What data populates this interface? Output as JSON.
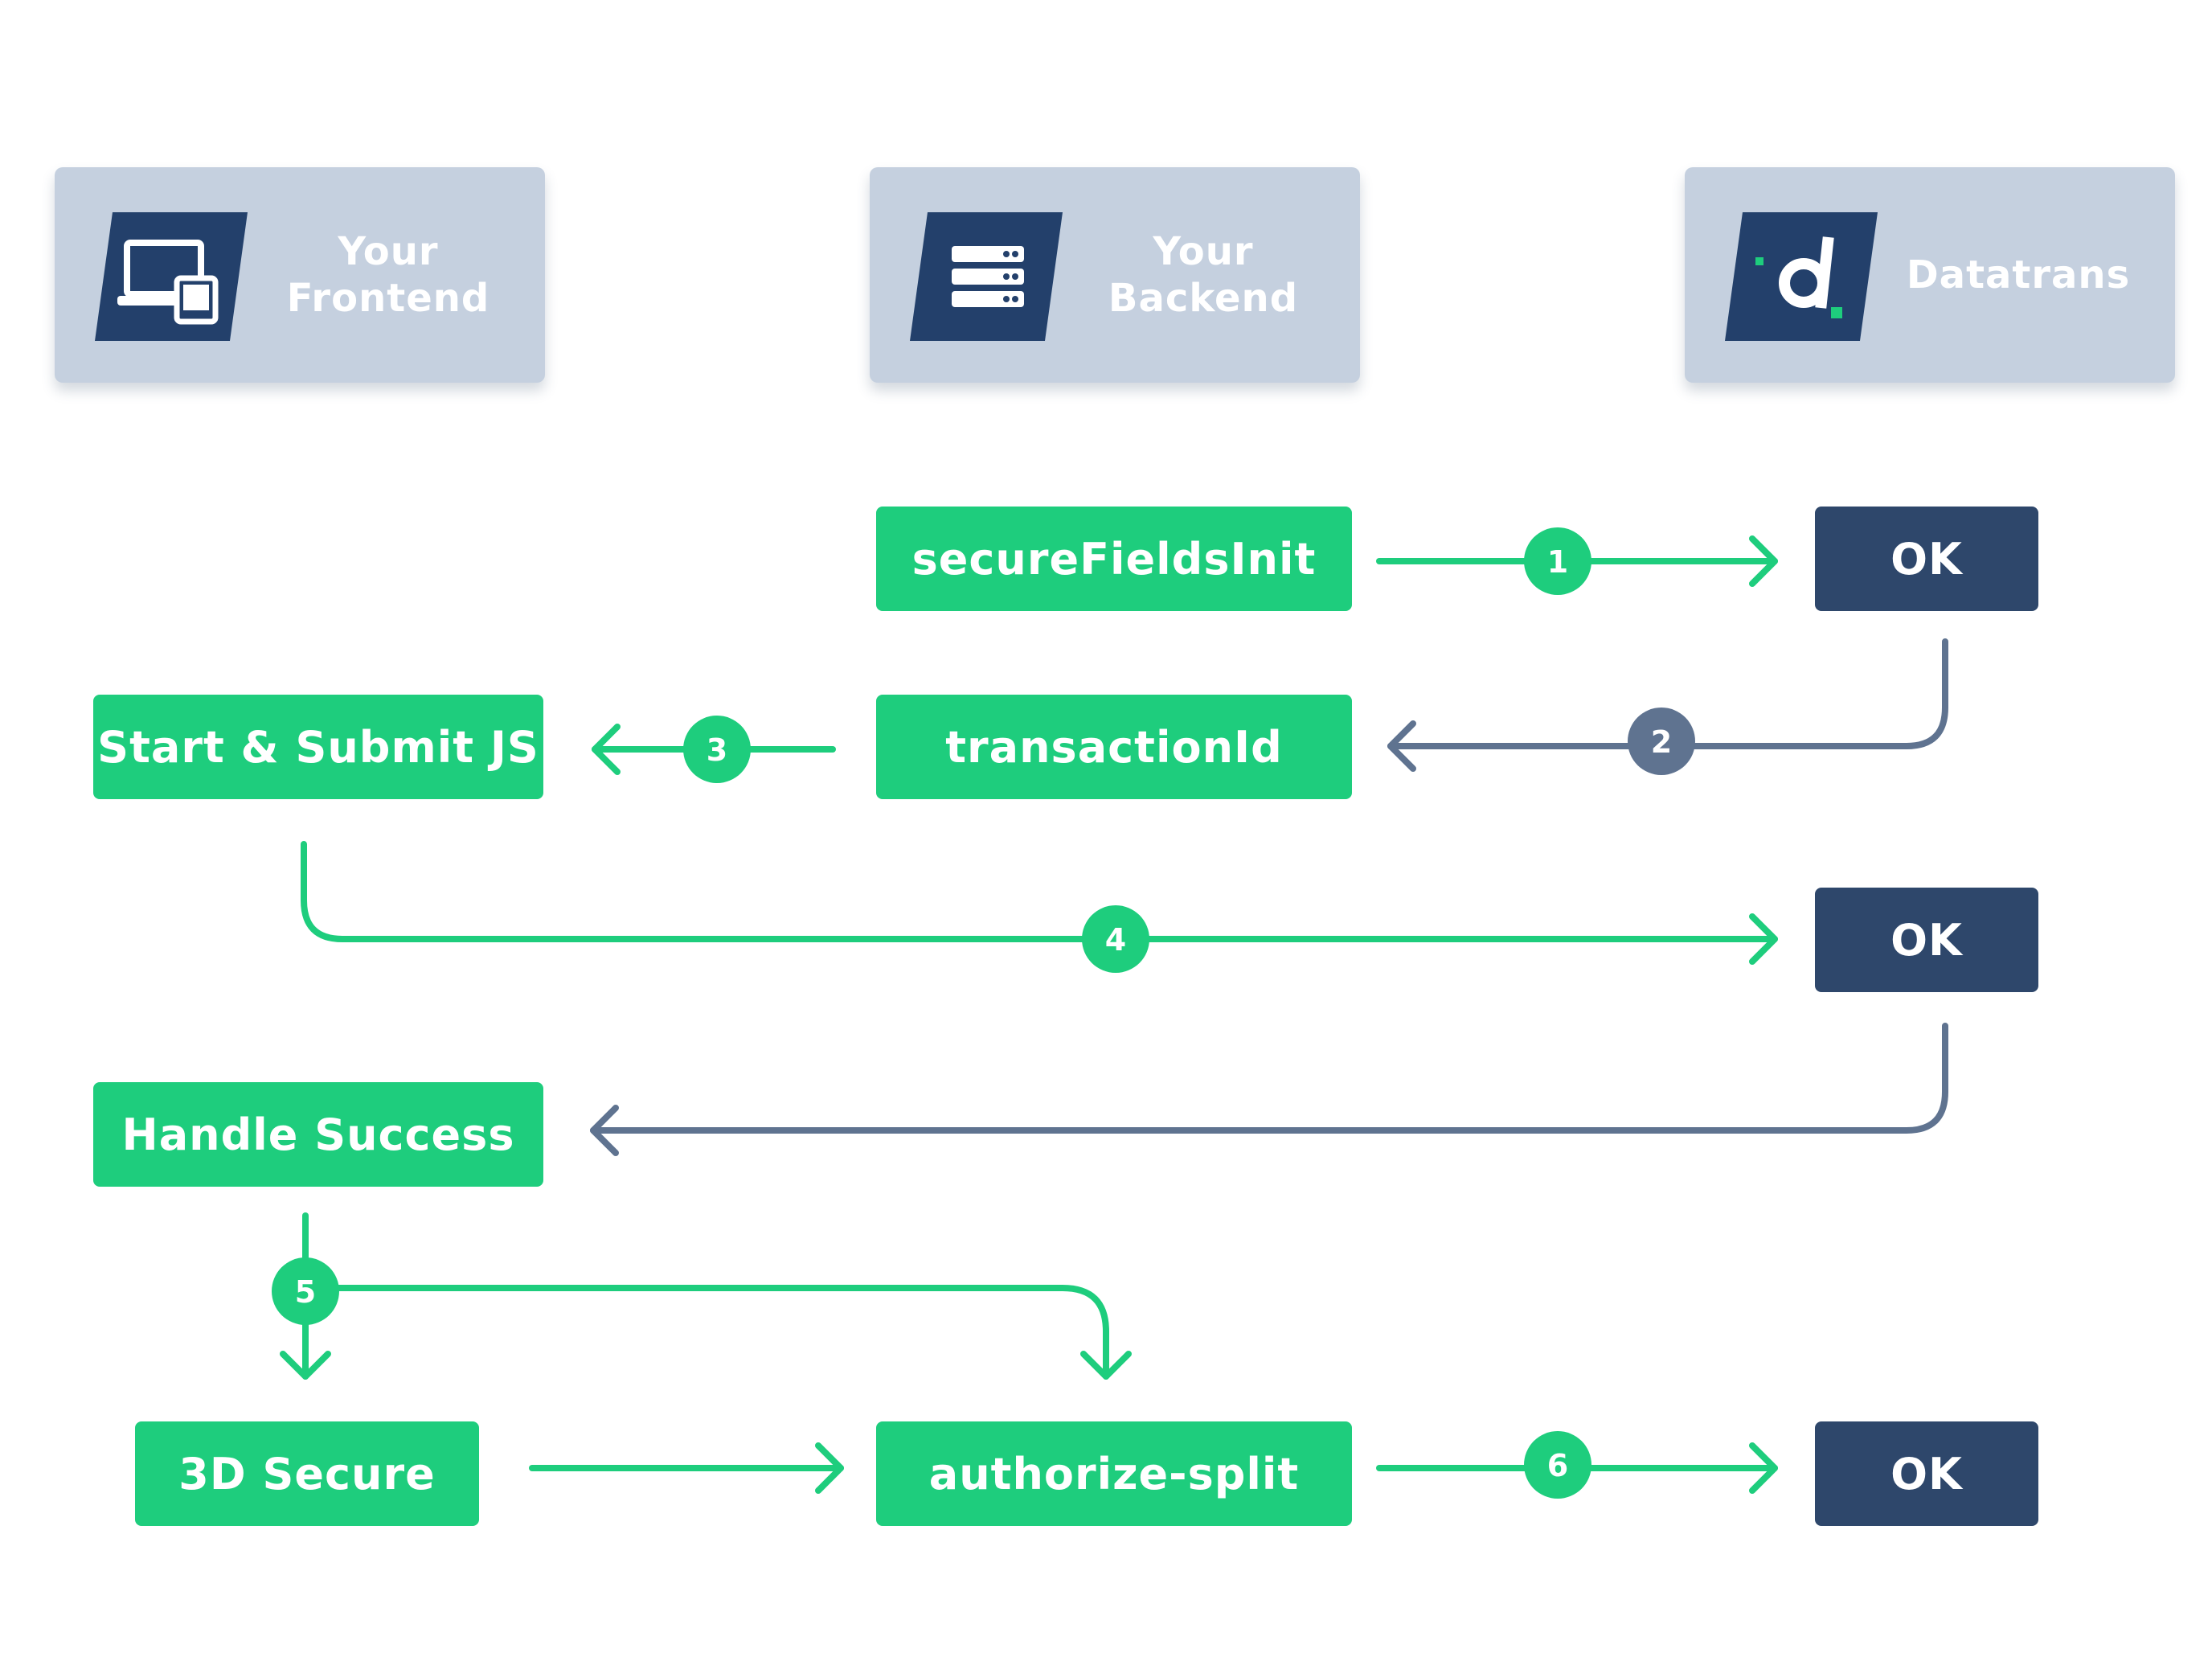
{
  "colors": {
    "green": "#1ecd7d",
    "navy": "#2e476b",
    "slate": "#5f7390",
    "header_bg": "#c5d0df",
    "icon_bg": "#23406b"
  },
  "columns": [
    {
      "id": "frontend",
      "label": "Your\nFrontend",
      "icon": "devices-icon"
    },
    {
      "id": "backend",
      "label": "Your\nBackend",
      "icon": "server-icon"
    },
    {
      "id": "datatrans",
      "label": "Datatrans",
      "icon": "datatrans-logo-icon"
    }
  ],
  "steps": {
    "secure_fields_init": "secureFieldsInit",
    "ok_1": "OK",
    "transaction_id": "transactionId",
    "start_submit_js": "Start & Submit JS",
    "ok_2": "OK",
    "handle_success": "Handle Success",
    "three_d_secure": "3D Secure",
    "authorize_split": "authorize-split",
    "ok_3": "OK"
  },
  "badges": [
    "1",
    "2",
    "3",
    "4",
    "5",
    "6"
  ]
}
